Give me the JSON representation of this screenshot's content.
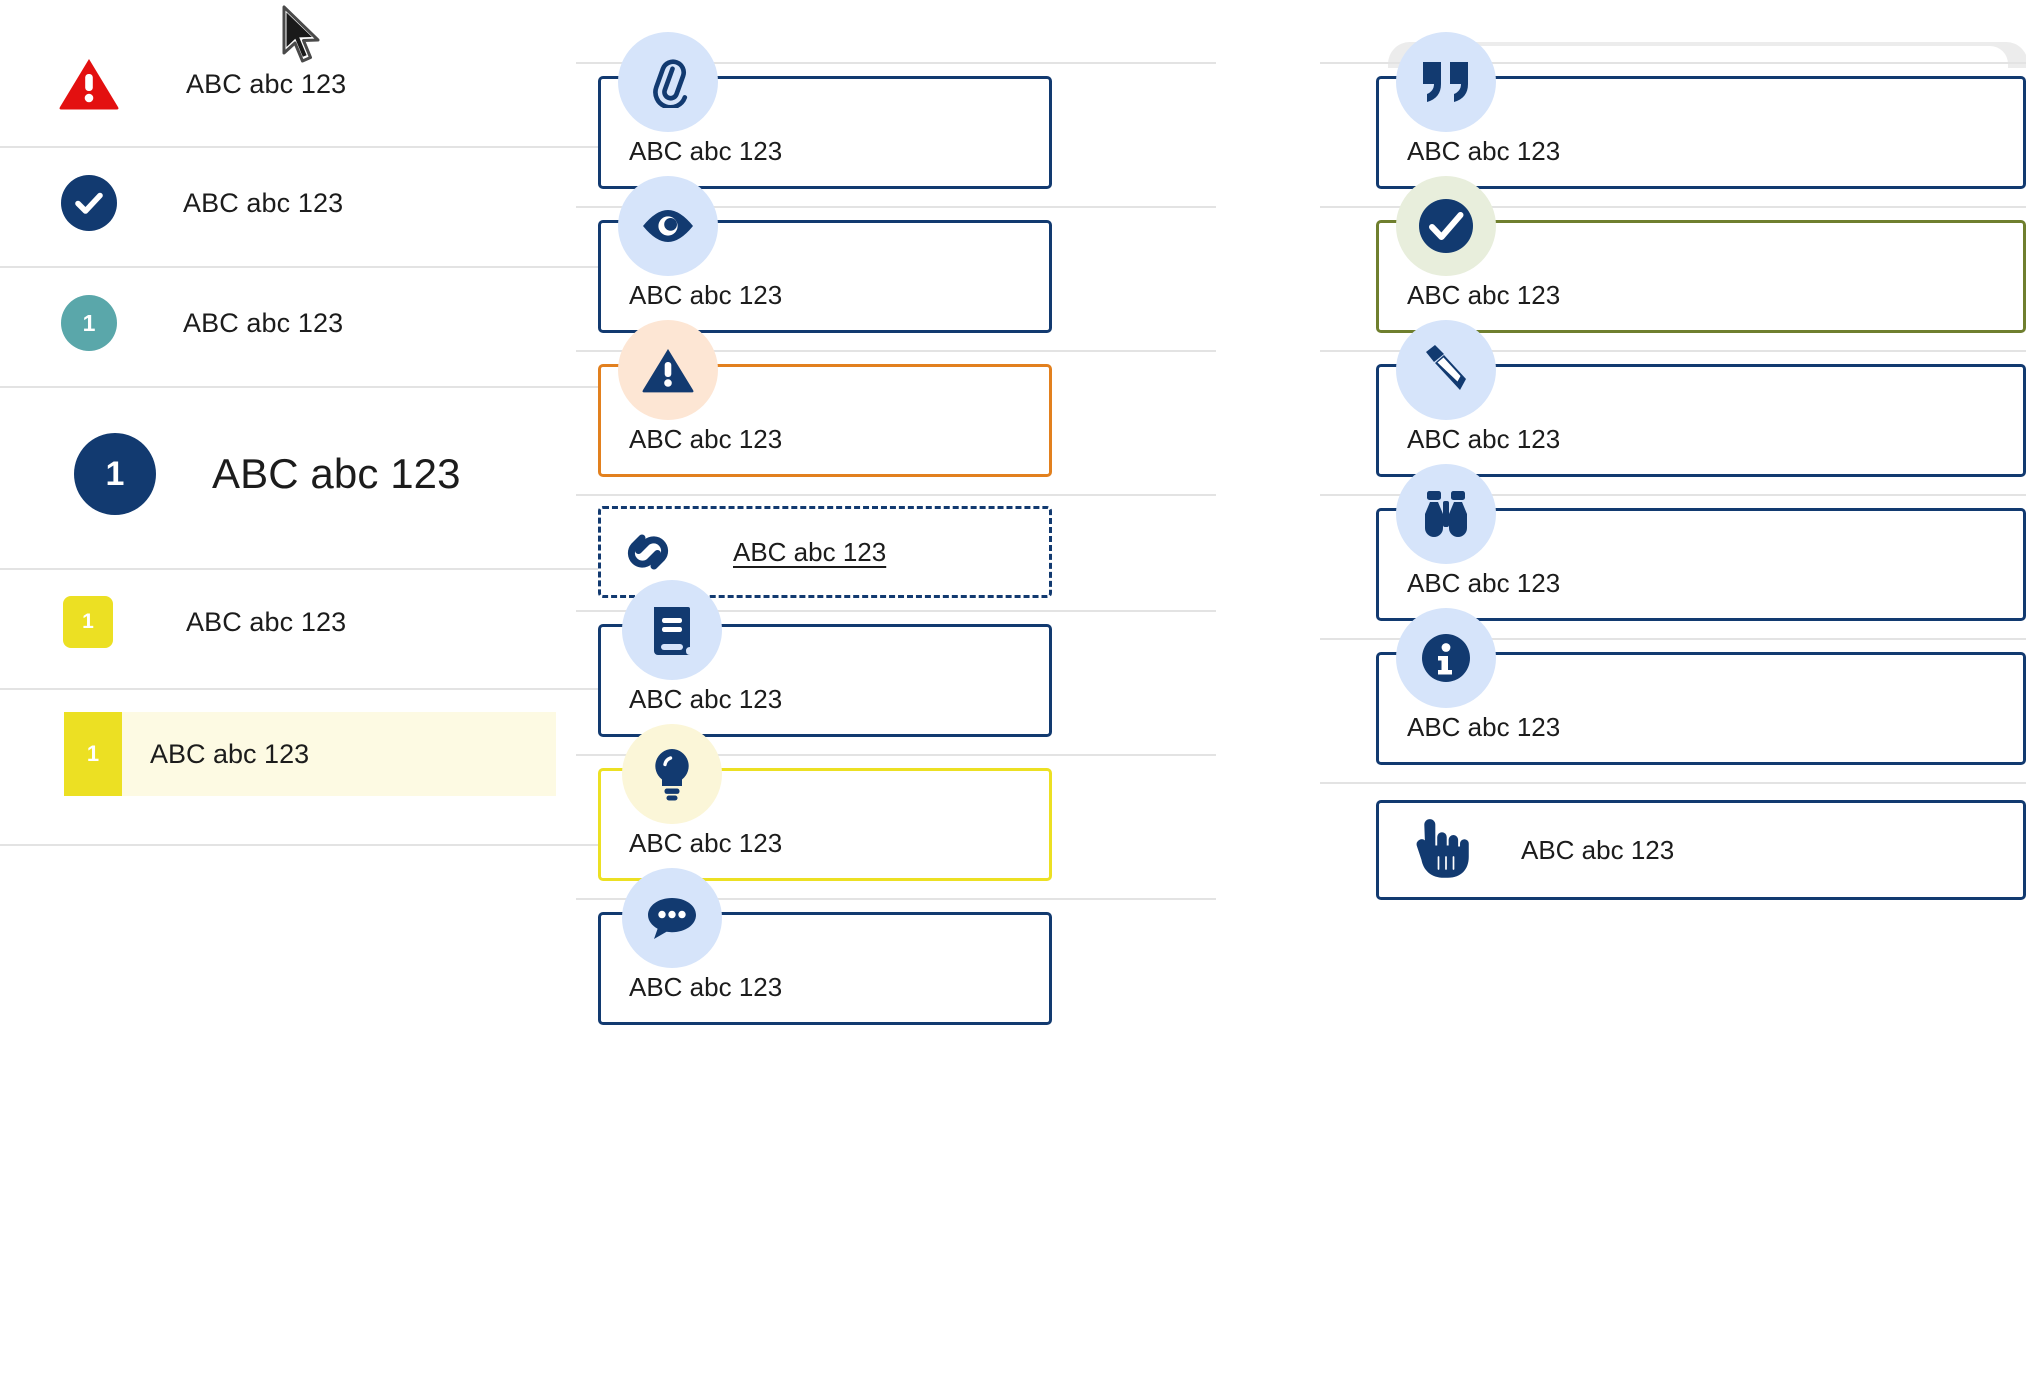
{
  "sample_text": "ABC abc 123",
  "colors": {
    "navy": "#123a70",
    "danger_red": "#e31010",
    "teal": "#5aa7aa",
    "yellow": "#ece023",
    "orange": "#e2801e",
    "green": "#6f7f2e",
    "bubble_blue": "#d6e4fa",
    "bubble_peach": "#fde6d4",
    "bubble_mint": "#e8eedc",
    "bubble_cream": "#fbf6d8",
    "highlight_bg": "#fdfae3",
    "rule": "#e3e3e3"
  },
  "left_column": {
    "rows": [
      {
        "icon": "warning-triangle-icon",
        "badge_style": "triangle",
        "badge_color": "#e31010",
        "badge_text": "",
        "label": "ABC abc 123"
      },
      {
        "icon": "check-circle-icon",
        "badge_style": "circle",
        "badge_color": "#123a70",
        "badge_text": "",
        "label": "ABC abc 123"
      },
      {
        "icon": "number-badge-icon",
        "badge_style": "circle",
        "badge_color": "#5aa7aa",
        "badge_text": "1",
        "label": "ABC abc 123"
      },
      {
        "icon": "number-badge-icon",
        "badge_style": "circle-large",
        "badge_color": "#123a70",
        "badge_text": "1",
        "label": "ABC abc 123"
      },
      {
        "icon": "number-badge-icon",
        "badge_style": "rounded-square",
        "badge_color": "#ece023",
        "badge_text": "1",
        "label": "ABC abc 123"
      },
      {
        "icon": "number-badge-icon",
        "badge_style": "flat-square-highlight",
        "badge_color": "#ece023",
        "badge_text": "1",
        "label": "ABC abc 123"
      }
    ]
  },
  "middle_column": {
    "cards": [
      {
        "icon": "paperclip-icon",
        "bubble": "blue",
        "border": "navy",
        "style": "solid",
        "label": "ABC abc 123"
      },
      {
        "icon": "eye-icon",
        "bubble": "blue",
        "border": "navy",
        "style": "solid",
        "label": "ABC abc 123"
      },
      {
        "icon": "warning-triangle-icon",
        "bubble": "peach",
        "border": "orange",
        "style": "solid",
        "label": "ABC abc 123"
      },
      {
        "icon": "link-chain-icon",
        "bubble": "none",
        "border": "navy",
        "style": "dashed",
        "label": "ABC abc 123",
        "underline": true
      },
      {
        "icon": "book-icon",
        "bubble": "blue",
        "border": "navy",
        "style": "solid",
        "label": "ABC abc 123"
      },
      {
        "icon": "lightbulb-icon",
        "bubble": "cream",
        "border": "yellow",
        "style": "solid",
        "label": "ABC abc 123"
      },
      {
        "icon": "chat-bubble-icon",
        "bubble": "blue",
        "border": "navy",
        "style": "solid",
        "label": "ABC abc 123"
      }
    ]
  },
  "right_column": {
    "cards": [
      {
        "icon": "quote-marks-icon",
        "bubble": "blue",
        "border": "navy",
        "style": "solid",
        "label": "ABC abc 123"
      },
      {
        "icon": "check-circle-icon",
        "bubble": "mint",
        "border": "green",
        "style": "solid",
        "label": "ABC abc 123"
      },
      {
        "icon": "pencil-icon",
        "bubble": "blue",
        "border": "navy",
        "style": "solid",
        "label": "ABC abc 123"
      },
      {
        "icon": "binoculars-icon",
        "bubble": "blue",
        "border": "navy",
        "style": "solid",
        "label": "ABC abc 123"
      },
      {
        "icon": "info-circle-icon",
        "bubble": "blue",
        "border": "navy",
        "style": "solid",
        "label": "ABC abc 123"
      },
      {
        "icon": "pointing-hand-icon",
        "bubble": "none",
        "border": "navy",
        "style": "solid",
        "label": "ABC abc 123"
      }
    ]
  }
}
